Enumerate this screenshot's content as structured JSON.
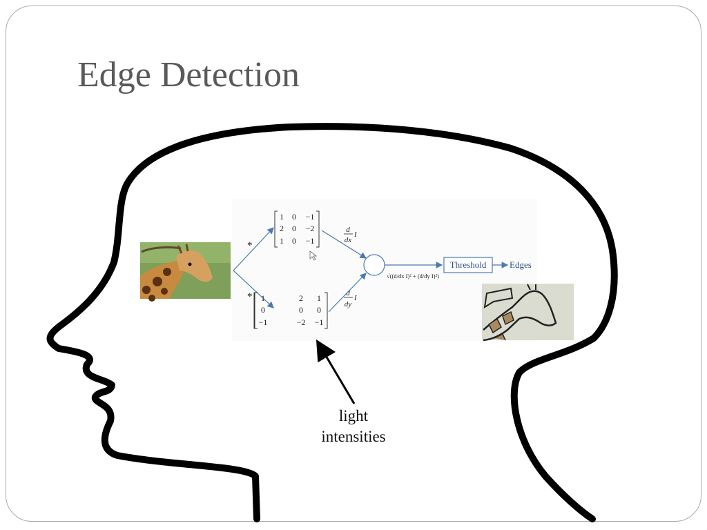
{
  "slide": {
    "title": "Edge Detection",
    "caption_line1": "light",
    "caption_line2": "intensities"
  },
  "diagram": {
    "convolve_top": "*",
    "convolve_bottom": "*",
    "kernel_x": [
      [
        "1",
        "0",
        "−1"
      ],
      [
        "2",
        "0",
        "−2"
      ],
      [
        "1",
        "0",
        "−1"
      ]
    ],
    "kernel_y": [
      [
        "1",
        "2",
        "1"
      ],
      [
        "0",
        "0",
        "0"
      ],
      [
        "−1",
        "−2",
        "−1"
      ]
    ],
    "dx_num": "d",
    "dx_den": "dx",
    "dx_I": "I",
    "dy_num": "d",
    "dy_den": "dy",
    "dy_I": "I",
    "magnitude": "√((d/dx I)² + (d/dy I)²)",
    "threshold": "Threshold",
    "edges": "Edges"
  },
  "colors": {
    "title": "#595959",
    "arrow_blue": "#4a7ab3",
    "threshold_text": "#2b4f82"
  }
}
